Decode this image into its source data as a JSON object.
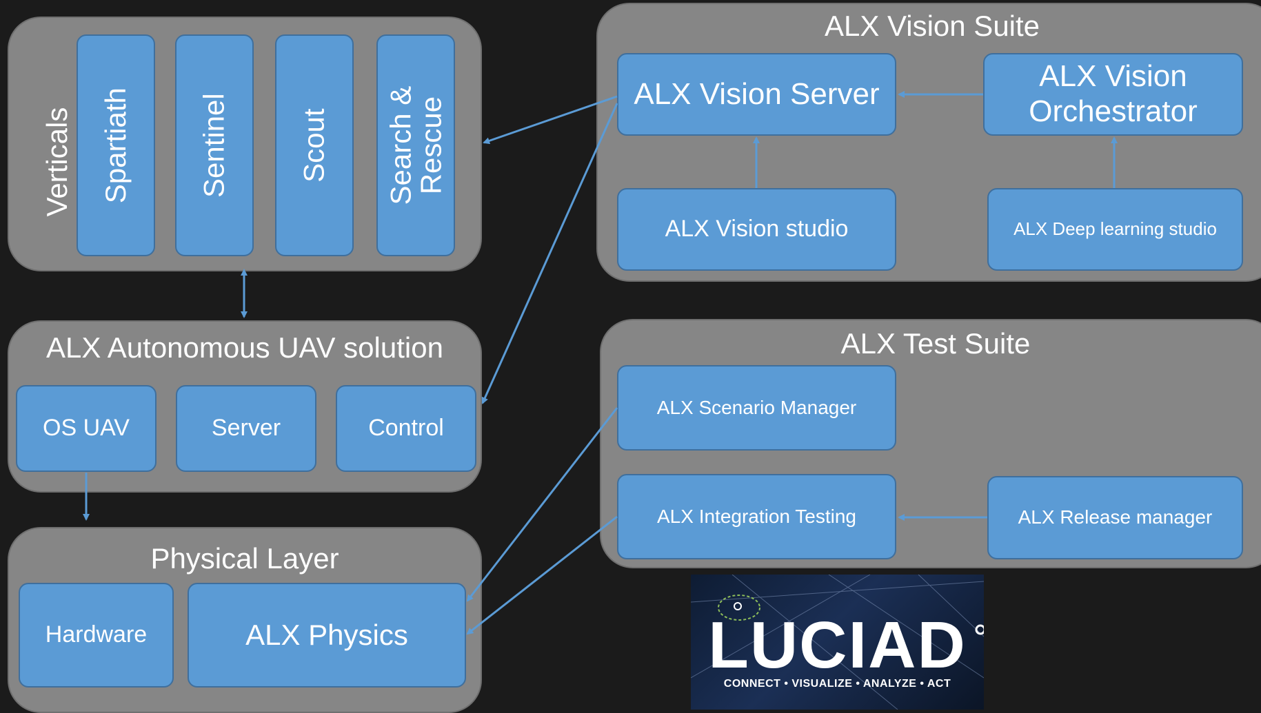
{
  "verticals": {
    "label": "Verticals",
    "items": [
      "Spartiath",
      "Sentinel",
      "Scout",
      "Search &\nRescue"
    ]
  },
  "uav_solution": {
    "title": "ALX Autonomous UAV solution",
    "items": [
      "OS UAV",
      "Server",
      "Control"
    ]
  },
  "physical_layer": {
    "title": "Physical Layer",
    "items": [
      "Hardware",
      "ALX Physics"
    ]
  },
  "vision_suite": {
    "title": "ALX Vision Suite",
    "server": "ALX Vision Server",
    "orchestrator": "ALX Vision Orchestrator",
    "studio": "ALX Vision studio",
    "deep_learning_studio": "ALX Deep learning studio"
  },
  "test_suite": {
    "title": "ALX Test Suite",
    "scenario_manager": "ALX Scenario Manager",
    "integration_testing": "ALX Integration Testing",
    "release_manager": "ALX Release manager"
  },
  "logo": {
    "word": "LUCIAD",
    "tagline": "CONNECT • VISUALIZE • ANALYZE • ACT"
  },
  "colors": {
    "background": "#1b1b1b",
    "group_fill": "#868686",
    "box_fill": "#5b9bd5",
    "connector": "#5b9bd5"
  }
}
